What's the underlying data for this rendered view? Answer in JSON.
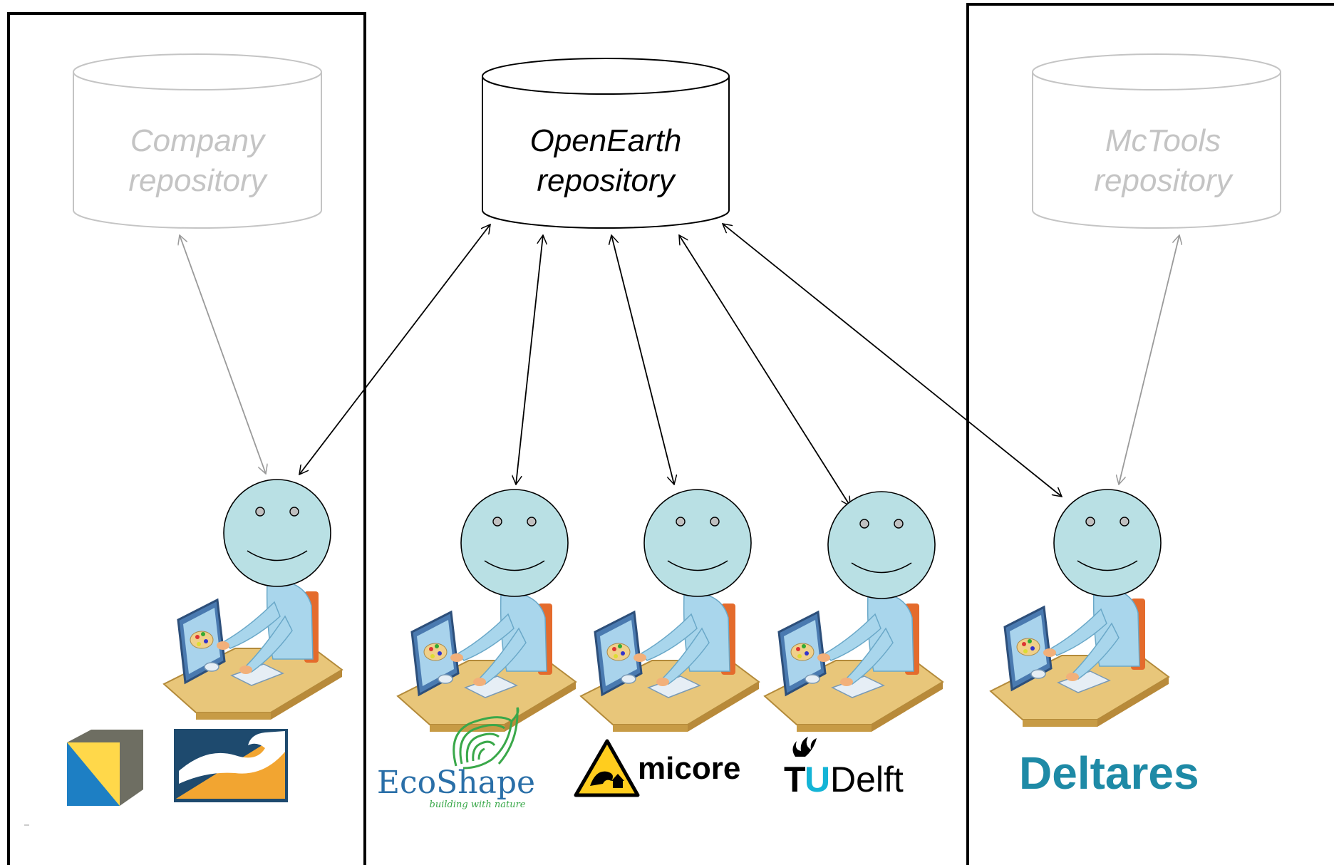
{
  "repositories": {
    "company": {
      "line1": "Company",
      "line2": "repository",
      "status": "inactive"
    },
    "openearth": {
      "line1": "OpenEarth",
      "line2": "repository",
      "status": "active"
    },
    "mctools": {
      "line1": "McTools",
      "line2": "repository",
      "status": "inactive"
    }
  },
  "logos": {
    "ecoshape": {
      "name": "EcoShape",
      "tagline": "building with nature"
    },
    "micore": {
      "name": "micore"
    },
    "tudelft": {
      "name_prefix": "T",
      "name_highlight": "U",
      "name_suffix": "Delft"
    },
    "deltares": {
      "name": "Deltares"
    }
  },
  "colors": {
    "face": "#b9e0e4",
    "inactive_gray": "#c4c4c4",
    "deltares_teal": "#1e8aa6",
    "ecoshape_blue": "#2a6fa8",
    "ecoshape_green": "#3aa84a",
    "tu_cyan": "#14b4d6",
    "van_oord_yellow": "#ffd84a",
    "van_oord_blue": "#1d7fc4",
    "bos_navy": "#1e4a6e",
    "bos_orange": "#f2a531"
  }
}
